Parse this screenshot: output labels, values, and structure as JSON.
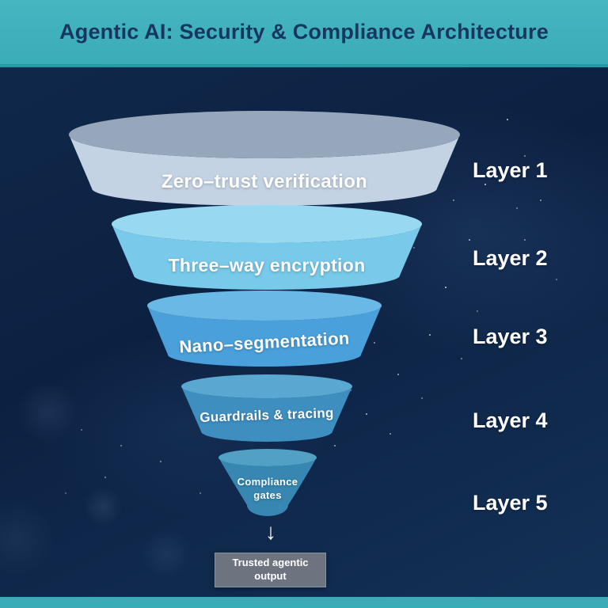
{
  "header": {
    "title": "Agentic AI: Security & Compliance Architecture",
    "bg_color": "#3aacb8",
    "text_color": "#16365f"
  },
  "funnel": {
    "layers": [
      {
        "label": "Zero–trust verification",
        "side_label": "Layer 1",
        "body_color": "#c3d3e4",
        "top_color": "#96a7bb"
      },
      {
        "label": "Three–way encryption",
        "side_label": "Layer 2",
        "body_color": "#78c9ea",
        "top_color": "#98d9f1"
      },
      {
        "label": "Nano–segmentation",
        "side_label": "Layer 3",
        "body_color": "#4aa0da",
        "top_color": "#6ab8e5"
      },
      {
        "label": "Guardrails & tracing",
        "side_label": "Layer 4",
        "body_color": "#3e8ec0",
        "top_color": "#5aa8d1"
      },
      {
        "label": "Compliance gates",
        "side_label": "Layer 5",
        "body_color": "#3787b2",
        "top_color": "#52a1c5"
      }
    ]
  },
  "output": {
    "arrow": "↓",
    "label": "Trusted agentic output",
    "box_color": "#6d7480"
  },
  "footer": {
    "bar_color": "#3aacb8"
  }
}
